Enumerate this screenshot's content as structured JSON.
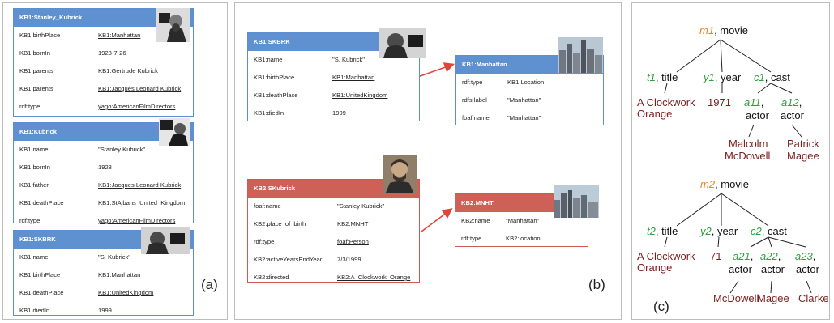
{
  "colors": {
    "kb1_header": "#5f90cf",
    "kb2_header": "#cd6158",
    "arrow": "#e0453c",
    "var_orange": "#e8861f",
    "var_green": "#2f9e3c",
    "value_maroon": "#7a1f1f"
  },
  "panel_a": {
    "label": "(a)",
    "cards": [
      {
        "title": "KB1:Stanley_Kubrick",
        "rows": [
          {
            "key": "KB1:birthPlace",
            "value": "KB1:Manhattan",
            "link": true
          },
          {
            "key": "KB1:bornIn",
            "value": "1928-7-26",
            "link": false
          },
          {
            "key": "KB1:parents",
            "value": "KB1:Gertrude Kubrick",
            "link": true
          },
          {
            "key": "KB1:parents",
            "value": "KB1:Jacques Leonard Kubrick",
            "link": true
          },
          {
            "key": "rdf:type",
            "value": "yago:AmericanFilmDirectors",
            "link": true
          }
        ]
      },
      {
        "title": "KB1:Kubrick",
        "rows": [
          {
            "key": "KB1:name",
            "value": "\"Stanley Kubrick\"",
            "link": false
          },
          {
            "key": "KB1:bornIn",
            "value": "1928",
            "link": false
          },
          {
            "key": "KB1:father",
            "value": "KB1:Jacques Leonard Kubrick",
            "link": true
          },
          {
            "key": "KB1:deathPlace",
            "value": "KB1:StAlbans_United_Kingdom",
            "link": true
          },
          {
            "key": "rdf:type",
            "value": "yago:AmericanFilmDirectors",
            "link": true
          }
        ]
      },
      {
        "title": "KB1:SKBRK",
        "rows": [
          {
            "key": "KB1:name",
            "value": "\"S. Kubrick\"",
            "link": false
          },
          {
            "key": "KB1:birthPlace",
            "value": "KB1:Manhattan",
            "link": true
          },
          {
            "key": "KB1:deathPlace",
            "value": "KB1:UnitedKingdom",
            "link": true
          },
          {
            "key": "KB1:diedIn",
            "value": "1999",
            "link": false
          }
        ]
      }
    ]
  },
  "panel_b": {
    "label": "(b)",
    "cards": [
      {
        "title": "KB1:SKBRK",
        "rows": [
          {
            "key": "KB1:name",
            "value": "\"S. Kubrick\"",
            "link": false
          },
          {
            "key": "KB1:birthPlace",
            "value": "KB1:Manhattan",
            "link": true
          },
          {
            "key": "KB1:deathPlace",
            "value": "KB1:UnitedKingdom",
            "link": true
          },
          {
            "key": "KB1:diedIn",
            "value": "1999",
            "link": false
          }
        ]
      },
      {
        "title": "KB1:Manhattan",
        "rows": [
          {
            "key": "rdf:type",
            "value": "KB1:Location",
            "link": false
          },
          {
            "key": "rdfs:label",
            "value": "\"Manhattan\"",
            "link": false
          },
          {
            "key": "foaf:name",
            "value": "\"Manhattan\"",
            "link": false
          }
        ]
      },
      {
        "title": "KB2:SKubrick",
        "rows": [
          {
            "key": "foaf:name",
            "value": "\"Stanley Kubrick\"",
            "link": false
          },
          {
            "key": "KB2:place_of_birth",
            "value": "KB2:MNHT",
            "link": true
          },
          {
            "key": "rdf:type",
            "value": "foaf:Person",
            "link": true
          },
          {
            "key": "KB2:activeYearsEndYear",
            "value": "7/3/1999",
            "link": false
          },
          {
            "key": "KB2:directed",
            "value": "KB2:A_Clockwork_Orange",
            "link": true
          }
        ]
      },
      {
        "title": "KB2:MNHT",
        "rows": [
          {
            "key": "KB2:name",
            "value": "\"Manhattan\"",
            "link": false
          },
          {
            "key": "rdf:type",
            "value": "KB2:location",
            "link": false
          }
        ]
      }
    ]
  },
  "panel_c": {
    "label": "(c)",
    "tree1": {
      "root": {
        "var": "m1",
        "label": ", movie"
      },
      "title": {
        "var": "t1",
        "label": ", title",
        "value": [
          "A Clockwork",
          "Orange"
        ]
      },
      "year": {
        "var": "y1",
        "label": ", year",
        "value": "1971"
      },
      "cast": {
        "var": "c1",
        "label": ", cast"
      },
      "actors": [
        {
          "var": "a11",
          "label": ",",
          "role": "actor",
          "value": [
            "Malcolm",
            "McDowell"
          ]
        },
        {
          "var": "a12",
          "label": ",",
          "role": "actor",
          "value": [
            "Patrick",
            "Magee"
          ]
        }
      ]
    },
    "tree2": {
      "root": {
        "var": "m2",
        "label": ", movie"
      },
      "title": {
        "var": "t2",
        "label": ", title",
        "value": [
          "A Clockwork",
          "Orange"
        ]
      },
      "year": {
        "var": "y2",
        "label": ", year",
        "value": "71"
      },
      "cast": {
        "var": "c2",
        "label": ", cast"
      },
      "actors": [
        {
          "var": "a21",
          "label": ",",
          "role": "actor",
          "value": [
            "McDowell"
          ]
        },
        {
          "var": "a22",
          "label": ",",
          "role": "actor",
          "value": [
            "Magee"
          ]
        },
        {
          "var": "a23",
          "label": ",",
          "role": "actor",
          "value": [
            "Clarke"
          ]
        }
      ]
    }
  }
}
